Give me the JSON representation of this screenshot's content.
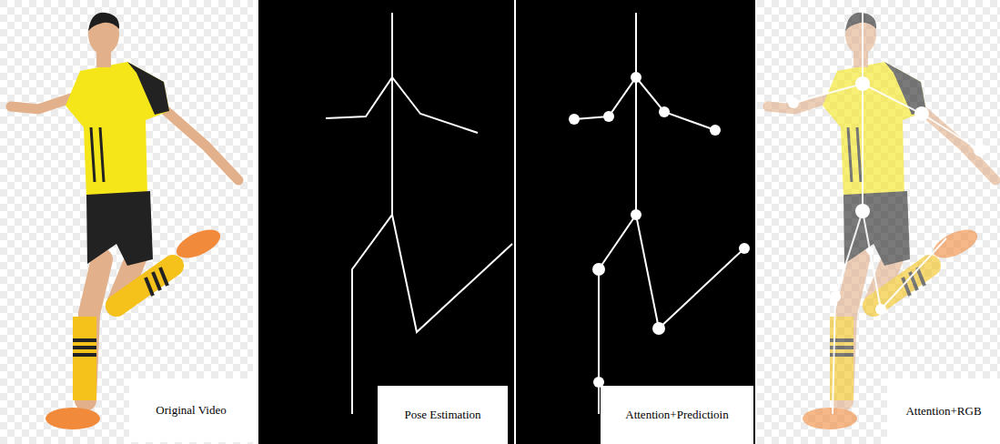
{
  "diagram": {
    "nodes": [
      {
        "text": [
          "Original Video"
        ]
      },
      {
        "text": [
          "Pose Estimation"
        ]
      },
      {
        "text": [
          "Attention+Predictioin"
        ]
      },
      {
        "text": [
          "Attention+RGB"
        ]
      }
    ]
  }
}
